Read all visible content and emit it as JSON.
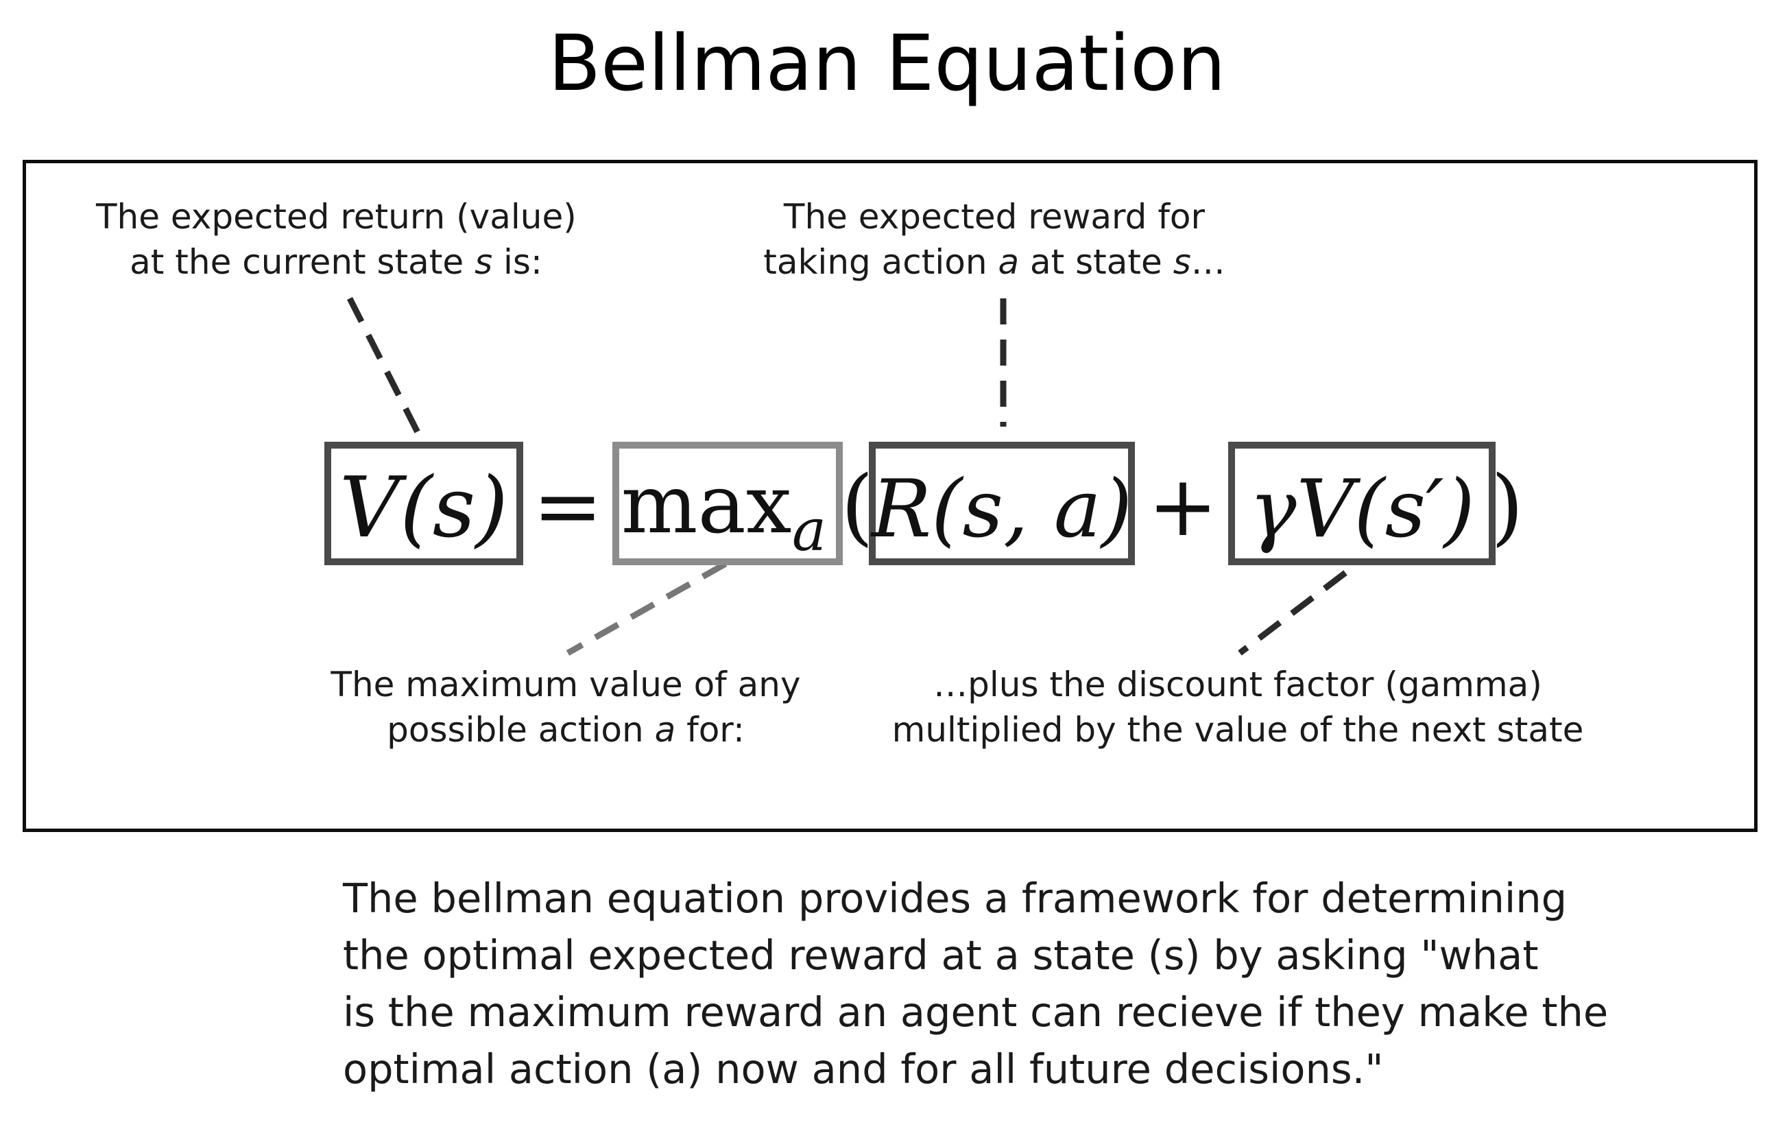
{
  "title": "Bellman Equation",
  "annotations": {
    "value": {
      "line1": "The expected return (value)",
      "line2_a": "at the current state ",
      "line2_var": "s",
      "line2_b": " is:"
    },
    "reward": {
      "line1": "The expected reward for",
      "line2_a": "taking action ",
      "line2_var1": "a",
      "line2_b": " at state ",
      "line2_var2": "s",
      "line2_c": "…"
    },
    "max": {
      "line1": "The maximum value of any",
      "line2_a": "possible action ",
      "line2_var": "a",
      "line2_b": " for:"
    },
    "gamma": {
      "line1": "…plus the discount factor (gamma)",
      "line2": "multiplied by the value of the next state"
    }
  },
  "equation": {
    "v_s": "V(s)",
    "equals": "=",
    "max": "max",
    "max_sub": "a",
    "open_paren": "(",
    "r_sa": "R(s, a)",
    "plus": "+",
    "gamma_v": "γV(s′)",
    "close_paren": ")"
  },
  "caption": {
    "line1": "The bellman equation provides a framework for determining",
    "line2": "the optimal expected reward at a state (s) by asking \"what",
    "line3": "is the maximum reward an agent can recieve if they make the",
    "line4": "optimal action (a) now and for all future decisions.\""
  },
  "colors": {
    "box_dark": "#4a4a4a",
    "box_light": "#8c8c8c",
    "connector_dark": "#2a2a2a",
    "connector_light": "#777777"
  }
}
